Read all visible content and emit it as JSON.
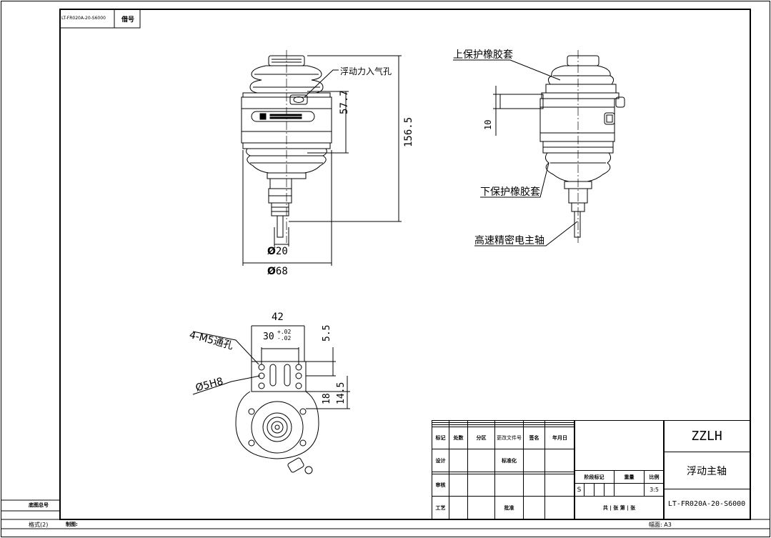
{
  "top_block": {
    "code": "LT-FR020A-20-S6000",
    "label": "借号"
  },
  "callouts": {
    "float_air_inlet": "浮动力入气孔",
    "upper_boot": "上保护橡胶套",
    "lower_boot": "下保护橡胶套",
    "spindle": "高速精密电主轴"
  },
  "dims": {
    "d57": "57.7",
    "d156": "156.5",
    "d10": "10",
    "phi20": "20",
    "phi68": "68",
    "d42": "42",
    "d30": "30",
    "tol_plus": "+.02",
    "tol_minus": "-.02",
    "d55": "5.5",
    "d18": "18",
    "d145": "14.5",
    "holes": "4-M5通孔",
    "pin": "5H8"
  },
  "title_block": {
    "company": "ZZLH",
    "part_name": "浮动主轴",
    "drawing_no": "LT-FR020A-20-S6000",
    "scale_label": "比例",
    "scale": "3:5",
    "stage_label": "阶段标记",
    "weight_label": "重量",
    "stage_val": "S",
    "sheets": "共 | 张 第 | 张",
    "row_headers": [
      "标记",
      "处数",
      "分区",
      "更改文件号",
      "签名",
      "年月日"
    ],
    "design": "设计",
    "std": "标准化",
    "check": "审核",
    "process": "工艺",
    "approve": "批准"
  },
  "left_margin": {
    "base_no": "底图总号",
    "format": "格式(2)",
    "drawn": "制图:"
  },
  "bottom": {
    "sheet_size": "幅面: A3"
  }
}
